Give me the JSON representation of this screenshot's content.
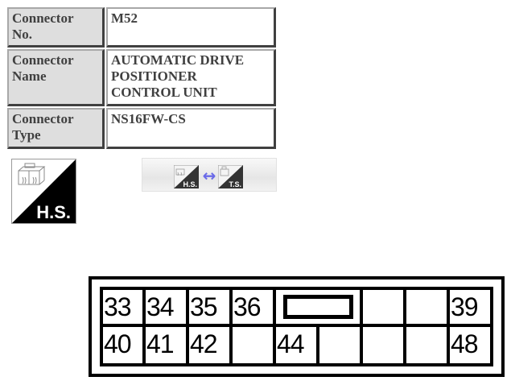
{
  "connector_info": {
    "rows": [
      {
        "label": "Connector No.",
        "label_lines": [
          "Connector",
          "No."
        ],
        "value_lines": [
          "M52"
        ]
      },
      {
        "label": "Connector Name",
        "label_lines": [
          "Connector",
          "Name"
        ],
        "value_lines": [
          "AUTOMATIC DRIVE",
          "POSITIONER",
          "CONTROL UNIT"
        ]
      },
      {
        "label": "Connector Type",
        "label_lines": [
          "Connector",
          "Type"
        ],
        "value_lines": [
          "NS16FW-CS"
        ]
      }
    ]
  },
  "view_icon": {
    "label": "H.S.",
    "meaning": "harness side"
  },
  "view_toggle": {
    "left_label": "H.S.",
    "right_label": "T.S.",
    "arrow": "↔",
    "arrow_color": "#6a6ae8"
  },
  "connector_diagram": {
    "top_row": [
      "33",
      "34",
      "35",
      "36",
      "latch",
      "",
      "",
      "39"
    ],
    "bottom_row": [
      "40",
      "41",
      "42",
      "",
      "44",
      "",
      "",
      "",
      "48"
    ]
  }
}
